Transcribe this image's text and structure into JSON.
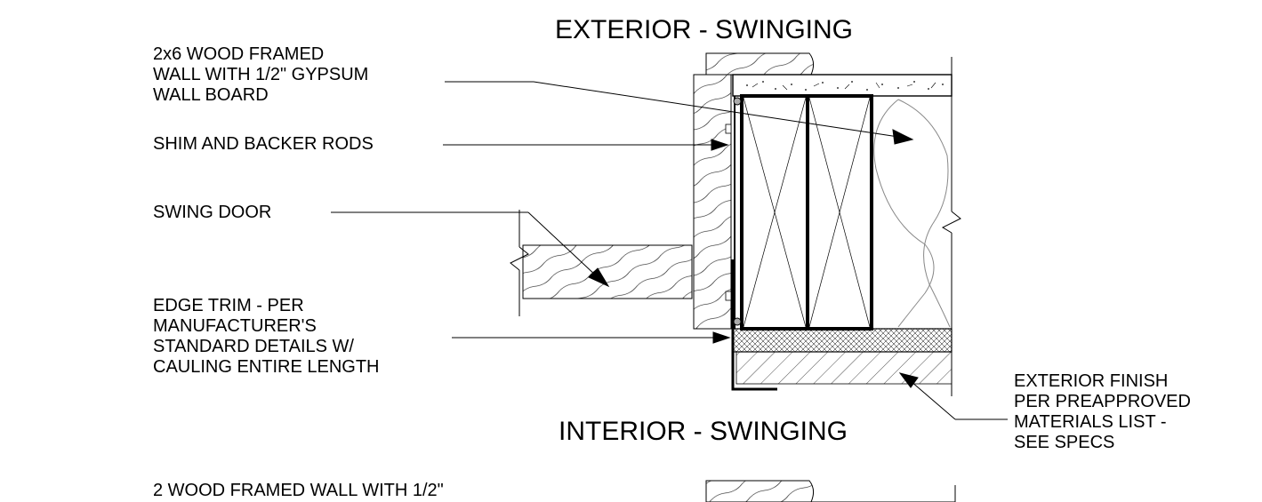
{
  "titles": {
    "exterior": "EXTERIOR - SWINGING",
    "interior": "INTERIOR - SWINGING"
  },
  "labels": {
    "wood_wall": [
      "2x6 WOOD FRAMED",
      "WALL WITH 1/2\" GYPSUM",
      "WALL BOARD"
    ],
    "shim": [
      "SHIM AND BACKER RODS"
    ],
    "swing_door": [
      "SWING DOOR"
    ],
    "edge_trim": [
      "EDGE TRIM - PER",
      "MANUFACTURER'S",
      "STANDARD DETAILS W/",
      "CAULING ENTIRE LENGTH"
    ],
    "exterior_finish": [
      "EXTERIOR FINISH",
      "PER PREAPPROVED",
      "MATERIALS LIST -",
      "SEE SPECS"
    ],
    "bottom_wall": [
      "2 WOOD FRAMED WALL WITH 1/2\""
    ]
  }
}
